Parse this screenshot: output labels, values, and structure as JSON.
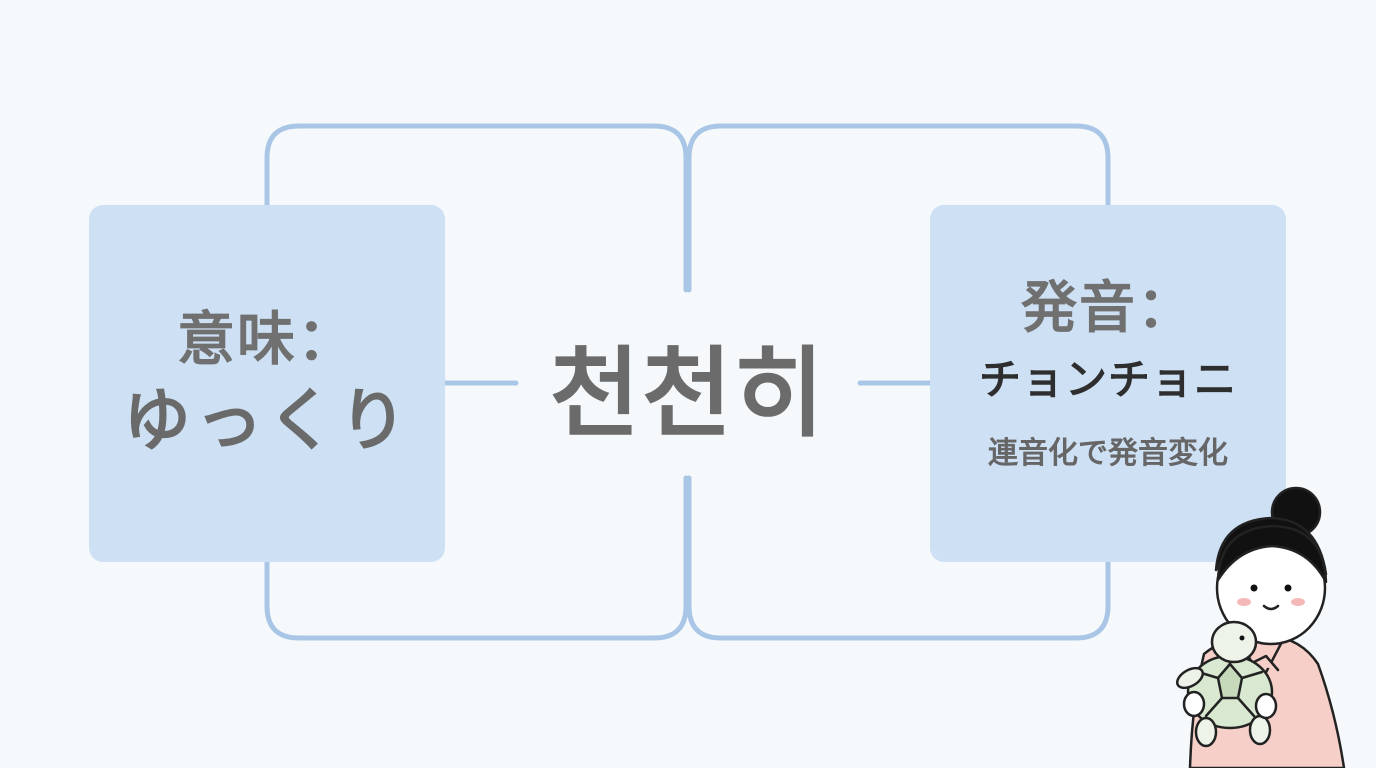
{
  "center": {
    "word": "천천히"
  },
  "meaning": {
    "label": "意味：",
    "value": "ゆっくり"
  },
  "pronunciation": {
    "label": "発音：",
    "value": "チョンチョニ",
    "note": "連音化で発音変化"
  },
  "colors": {
    "background": "#f5f9fc",
    "card": "#cde0f4",
    "frame_line": "#a9c6e6",
    "text": "#6e6e6e",
    "text_dark": "#2e2e2e",
    "hanbok": "#f6cfc9"
  },
  "icons": {
    "character": "girl-holding-turtle-illustration"
  }
}
